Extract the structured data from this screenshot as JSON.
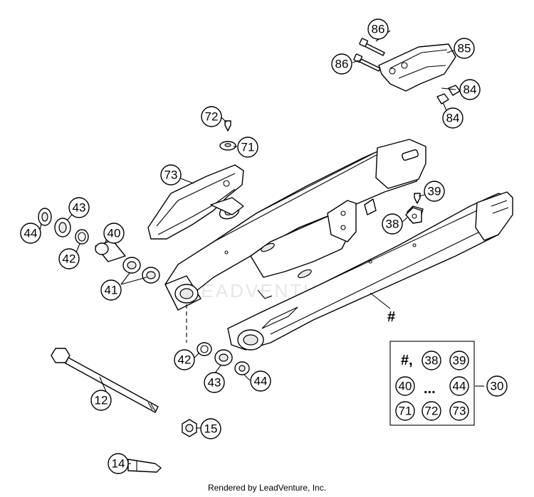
{
  "diagram": {
    "watermark": "LEADVENTURE",
    "footer": "Rendered by LeadVenture, Inc.",
    "swingarm_label": "#",
    "callouts": {
      "c86a": "86",
      "c86b": "86",
      "c85": "85",
      "c84a": "84",
      "c84b": "84",
      "c72": "72",
      "c71": "71",
      "c73": "73",
      "c39": "39",
      "c38": "38",
      "c43a": "43",
      "c44a": "44",
      "c42a": "42",
      "c40": "40",
      "c41": "41",
      "c42b": "42",
      "c43b": "43",
      "c44b": "44",
      "c12": "12",
      "c15": "15",
      "c14": "14",
      "c30": "30"
    },
    "kit": {
      "hash": "#,",
      "ellipsis": "...",
      "items": {
        "k38": "38",
        "k39": "39",
        "k40": "40",
        "k44": "44",
        "k71": "71",
        "k72": "72",
        "k73": "73"
      }
    }
  }
}
